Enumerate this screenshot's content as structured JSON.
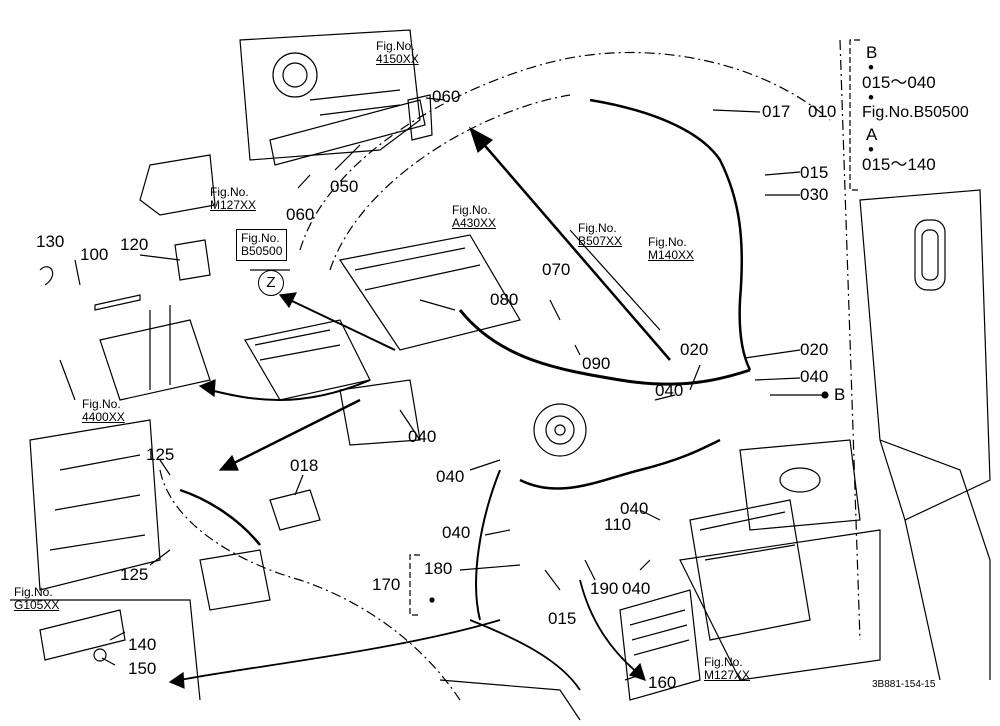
{
  "fig_refs": [
    {
      "id": "f4150",
      "label": "Fig.No.",
      "number": "4150XX"
    },
    {
      "id": "fM127a",
      "label": "Fig.No.",
      "number": "M127XX"
    },
    {
      "id": "fA430",
      "label": "Fig.No.",
      "number": "A430XX"
    },
    {
      "id": "fB507",
      "label": "Fig.No.",
      "number": "B507XX"
    },
    {
      "id": "fM140",
      "label": "Fig.No.",
      "number": "M140XX"
    },
    {
      "id": "fB50500",
      "label": "Fig.No.",
      "number": "B50500"
    },
    {
      "id": "f4400",
      "label": "Fig.No.",
      "number": "4400XX"
    },
    {
      "id": "fG105",
      "label": "Fig.No.",
      "number": "G105XX"
    },
    {
      "id": "fM127b",
      "label": "Fig.No.",
      "number": "M127XX"
    }
  ],
  "part_labels": [
    "060",
    "060",
    "050",
    "017",
    "010",
    "015",
    "030",
    "020",
    "020",
    "040",
    "040",
    "040",
    "040",
    "040",
    "040",
    "040",
    "080",
    "070",
    "090",
    "130",
    "100",
    "120",
    "125",
    "125",
    "018",
    "110",
    "180",
    "170",
    "015",
    "190",
    "140",
    "150",
    "160"
  ],
  "zone_marker": "Z",
  "point_marker": "B",
  "bracket": {
    "line1": "B",
    "line2": "015～040",
    "line3": "Fig.No.B50500",
    "line4": "A",
    "line5": "015～140"
  },
  "footer_code": "3B881-154-15"
}
